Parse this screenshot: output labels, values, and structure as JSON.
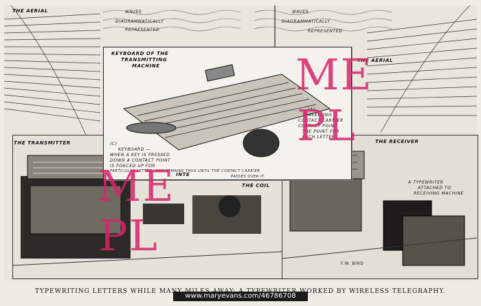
{
  "labels": {
    "aerial_left": "THE AERIAL",
    "waves_left_1": "WAVES",
    "waves_left_2": "DIAGRAMMATICALLY",
    "waves_left_3": "REPRESENTED",
    "waves_right_1": "WAVES",
    "waves_right_2": "DIAGRAMMATICALLY",
    "waves_right_3": "REPRESENTED",
    "aerial_right": "THE AERIAL",
    "keyboard_title_1": "KEYBOARD of the",
    "keyboard_title_2": "TRANSMITTING",
    "keyboard_title_3": "MACHINE",
    "part_a": "(A)",
    "part_a_desc_1": "TRAVELLING",
    "part_a_desc_2": "CONTACT CARRIER",
    "part_a_desc_3": "CONTACT POINT",
    "part_a_desc_4": "THE POINT FOR",
    "part_a_desc_5": "EACH LETTER",
    "part_c": "(C)",
    "part_c_desc_1": "KEYBOARD —",
    "part_c_desc_2": "WHEN A KEY IS PRESSED",
    "part_c_desc_3": "DOWN A CONTACT POINT",
    "part_c_desc_4": "IS FORCED UP FOR",
    "part_c_desc_5": "PARTICULAR LETTER, AND REMAINS THUS UNTIL THE CONTACT CARRIER",
    "part_c_desc_6": "PASSES OVER IT.",
    "transmitter": "THE TRANSMITTER",
    "inter": "INTE",
    "coil": "THE COIL",
    "receiver": "THE RECEIVER",
    "typewriter_1": "A TYPEWRITER",
    "typewriter_2": "ATTACHED TO",
    "typewriter_3": "RECEIVING MACHINE",
    "artist": "F.W. Bird"
  },
  "watermark": {
    "line1": "ME",
    "line2": "PL",
    "color": "#d6256b"
  },
  "caption": "TYPEWRITING LETTERS WHILE MANY MILES AWAY: A TYPEWRITER WORKED BY WIRELESS TELEGRAPHY.",
  "credit": "www.maryevans.com/46786708"
}
